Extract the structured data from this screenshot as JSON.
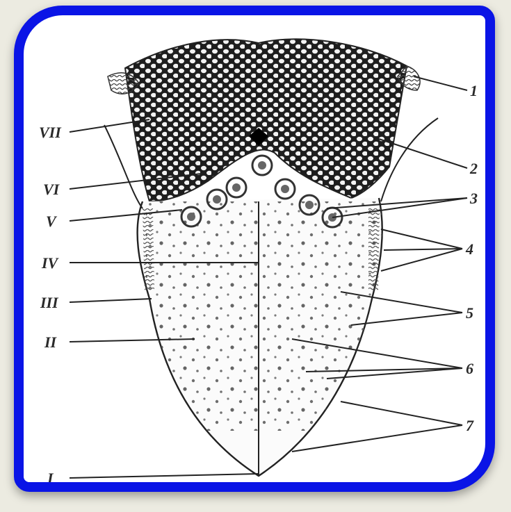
{
  "figure": {
    "accent_color": "#0a14e6",
    "ink_color": "#2a2a2a",
    "left_labels": [
      {
        "id": "VII",
        "text": "VII"
      },
      {
        "id": "VI",
        "text": "VI"
      },
      {
        "id": "V",
        "text": "V"
      },
      {
        "id": "IV",
        "text": "IV"
      },
      {
        "id": "III",
        "text": "III"
      },
      {
        "id": "II",
        "text": "II"
      },
      {
        "id": "I",
        "text": "I"
      }
    ],
    "right_labels": [
      {
        "id": "1",
        "text": "1"
      },
      {
        "id": "2",
        "text": "2"
      },
      {
        "id": "3",
        "text": "3"
      },
      {
        "id": "4",
        "text": "4"
      },
      {
        "id": "5",
        "text": "5"
      },
      {
        "id": "6",
        "text": "6"
      },
      {
        "id": "7",
        "text": "7"
      }
    ]
  }
}
